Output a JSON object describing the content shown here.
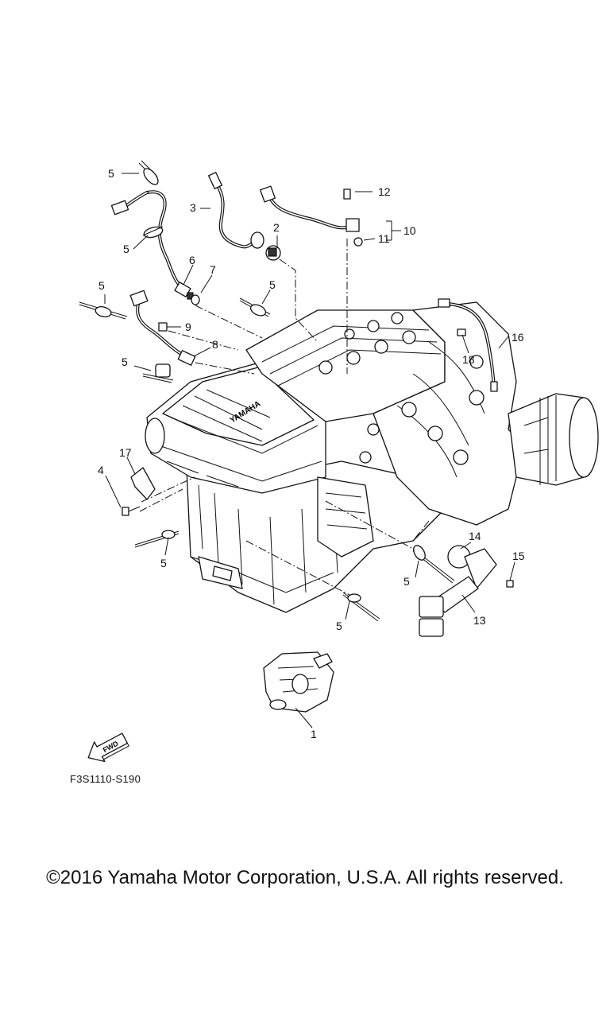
{
  "diagram": {
    "code": "F3S1110-S190",
    "fwd_label": "FWD",
    "copyright": "©2016 Yamaha Motor Corporation, U.S.A. All rights reserved.",
    "engine_logo": "YAMAHA",
    "callouts": {
      "c1": "1",
      "c2": "2",
      "c3": "3",
      "c4": "4",
      "c5a": "5",
      "c5b": "5",
      "c5c": "5",
      "c5d": "5",
      "c5e": "5",
      "c5f": "5",
      "c5g": "5",
      "c5h": "5",
      "c6": "6",
      "c7": "7",
      "c8": "8",
      "c9": "9",
      "c10": "10",
      "c11": "11",
      "c12": "12",
      "c13": "13",
      "c14": "14",
      "c15": "15",
      "c16": "16",
      "c17": "17",
      "c18": "18"
    }
  }
}
